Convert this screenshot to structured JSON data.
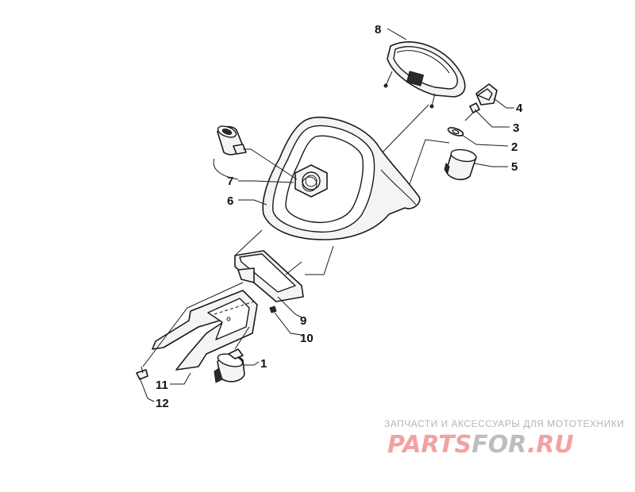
{
  "callouts": {
    "c1": "1",
    "c2": "2",
    "c3": "3",
    "c4": "4",
    "c5": "5",
    "c6": "6",
    "c7": "7",
    "c8": "8",
    "c9": "9",
    "c10": "10",
    "c11": "11",
    "c12": "12"
  },
  "watermark": {
    "tagline": "ЗАПЧАСТИ И АКСЕССУАРЫ ДЛЯ МОТОТЕХНИКИ",
    "logo_main": "PARTS",
    "logo_for": "FOR",
    "logo_tld": ".RU"
  },
  "colors": {
    "logo_red": "#f2a2a2",
    "logo_grey": "#bdbdbd",
    "tagline_grey": "#b5b5b5"
  }
}
